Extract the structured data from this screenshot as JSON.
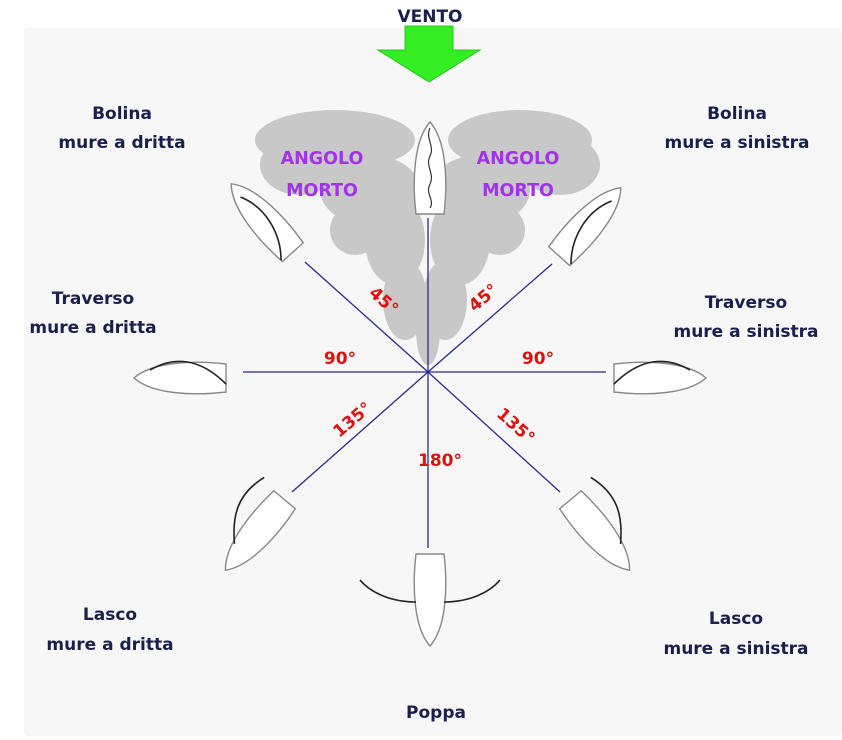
{
  "wind": {
    "label": "VENTO",
    "arrow_color": "#33ee22"
  },
  "dead_zone": {
    "left_line1": "ANGOLO",
    "left_line2": "MORTO",
    "right_line1": "ANGOLO",
    "right_line2": "MORTO",
    "text_color": "#a233ea",
    "cloud_color": "#c8c8c8"
  },
  "angles": {
    "left_45": "45°",
    "right_45": "45°",
    "left_90": "90°",
    "right_90": "90°",
    "left_135": "135°",
    "right_135": "135°",
    "stern_180": "180°",
    "color": "#e01010"
  },
  "points_of_sail": {
    "bolina_dritta": {
      "line1": "Bolina",
      "line2": "mure a dritta"
    },
    "bolina_sinistra": {
      "line1": "Bolina",
      "line2": "mure a sinistra"
    },
    "traverso_dritta": {
      "line1": "Traverso",
      "line2": "mure a dritta"
    },
    "traverso_sinistra": {
      "line1": "Traverso",
      "line2": "mure a sinistra"
    },
    "lasco_dritta": {
      "line1": "Lasco",
      "line2": "mure a dritta"
    },
    "lasco_sinistra": {
      "line1": "Lasco",
      "line2": "mure a sinistra"
    },
    "poppa": {
      "line1": "Poppa"
    }
  },
  "colors": {
    "label_text": "#1b1f4d",
    "spoke_line": "#2a2a8a",
    "boat_outline": "#888888",
    "sail": "#222222"
  }
}
